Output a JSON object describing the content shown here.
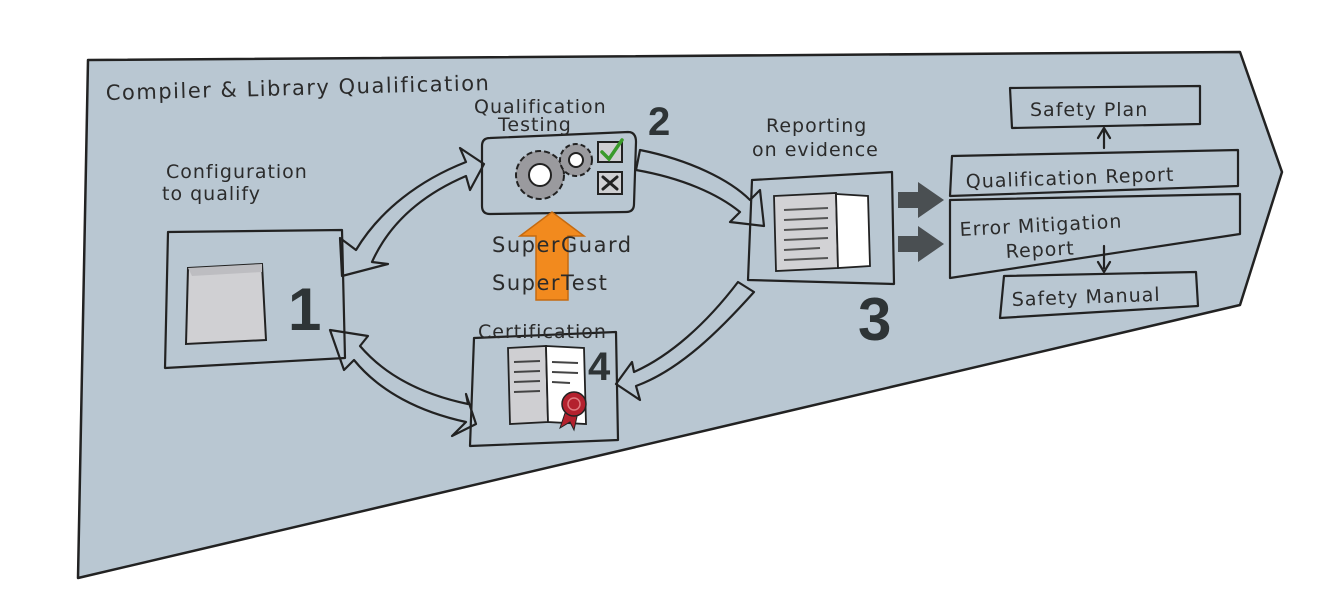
{
  "title": "Compiler & Library Qualification",
  "stages": {
    "configuration": {
      "label_line1": "Configuration",
      "label_line2": "to qualify",
      "number": "1"
    },
    "testing": {
      "label_line1": "Qualification",
      "label_line2": "Testing",
      "number": "2"
    },
    "reporting": {
      "label_line1": "Reporting",
      "label_line2": "on evidence",
      "number": "3"
    },
    "certification": {
      "label": "Certification",
      "number": "4"
    }
  },
  "tools": {
    "line1": "SuperGuard",
    "line2": "SuperTest"
  },
  "outputs": {
    "safety_plan": "Safety Plan",
    "qualification_report": "Qualification Report",
    "error_mitigation_line1": "Error Mitigation",
    "error_mitigation_line2": "Report",
    "safety_manual": "Safety Manual"
  },
  "colors": {
    "background": "#b9c7d2",
    "card": "#ffffff",
    "accent": "#f28a1e",
    "check": "#3a9a2a",
    "seal": "#b4212e"
  }
}
